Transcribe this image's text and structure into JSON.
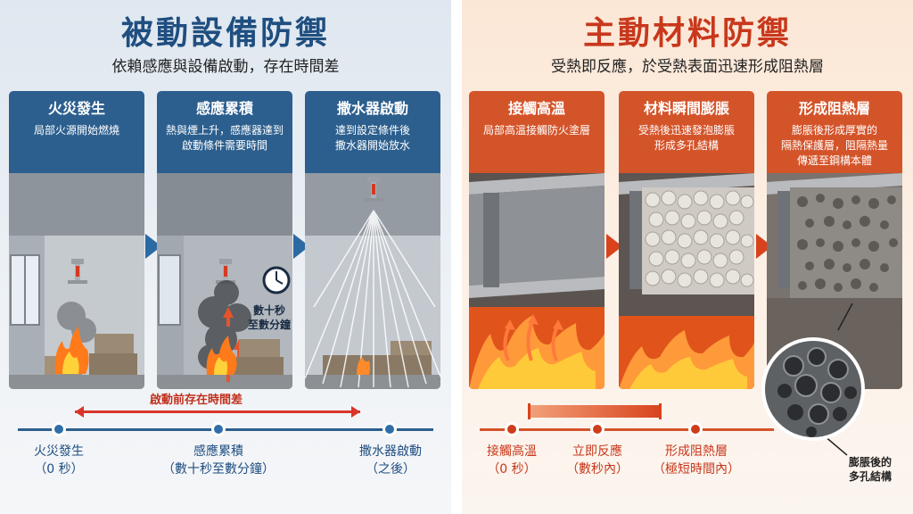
{
  "passive": {
    "title": "被動設備防禦",
    "subtitle": "依賴感應與設備啟動，存在時間差",
    "panels": [
      {
        "title": "火災發生",
        "desc": "局部火源開始燃燒"
      },
      {
        "title": "感應累積",
        "desc": "熱與煙上升，感應器達到\n啟動條件需要時間"
      },
      {
        "title": "撒水器啟動",
        "desc": "達到設定條件後\n撒水器開始放水"
      }
    ],
    "clock_label": "數十秒\n至數分鐘",
    "gap_label": "啟動前存在時間差",
    "timeline": [
      {
        "label": "火災發生\n（0 秒）"
      },
      {
        "label": "感應累積\n（數十秒至數分鐘）"
      },
      {
        "label": "撒水器啟動\n（之後）"
      }
    ]
  },
  "active": {
    "title": "主動材料防禦",
    "subtitle": "受熱即反應，於受熱表面迅速形成阻熱層",
    "panels": [
      {
        "title": "接觸高溫",
        "desc": "局部高溫接觸防火塗層"
      },
      {
        "title": "材料瞬間膨脹",
        "desc": "受熱後迅速發泡膨脹\n形成多孔結構"
      },
      {
        "title": "形成阻熱層",
        "desc": "膨脹後形成厚實的\n隔熱保護層，阻隔熱量\n傳遞至鋼構本體"
      }
    ],
    "foam_label": "膨脹後的\n多孔結構",
    "timeline": [
      {
        "label": "接觸高溫\n（0 秒）"
      },
      {
        "label": "立即反應\n（數秒內）"
      },
      {
        "label": "形成阻熱層\n（極短時間內）"
      }
    ]
  },
  "colors": {
    "passive_accent": "#1f4e80",
    "active_accent": "#c8381c",
    "fire": "#ff7a1a",
    "time_gap": "#d9342a"
  }
}
